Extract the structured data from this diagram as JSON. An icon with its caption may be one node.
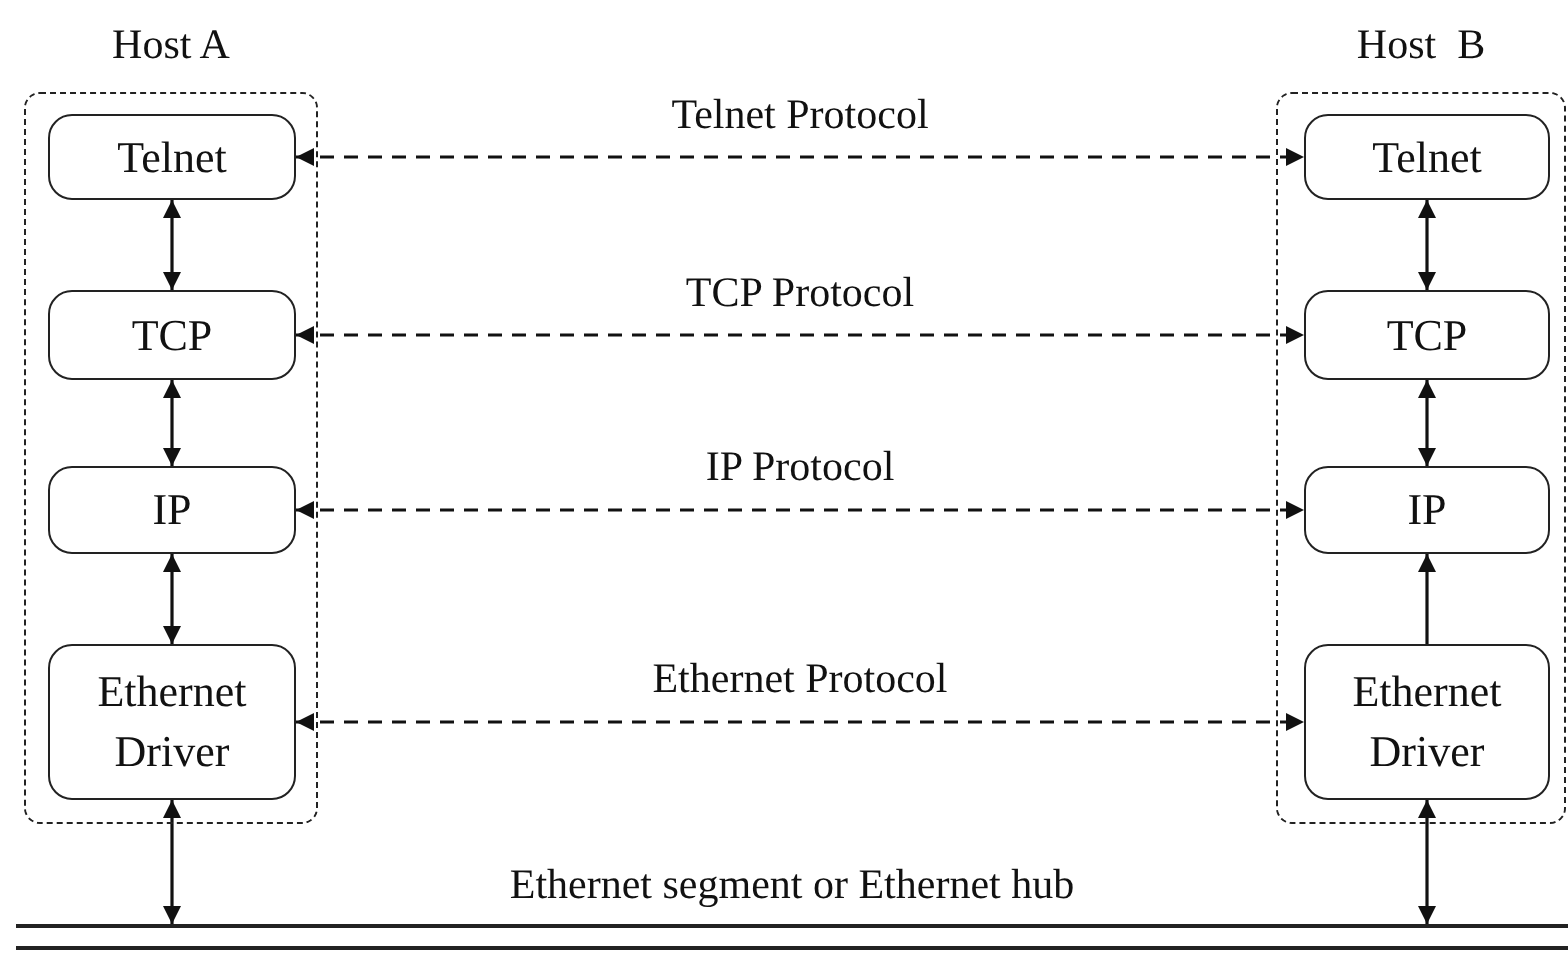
{
  "diagram": {
    "nodes": [
      {
        "text": [
          "Host A"
        ]
      },
      {
        "text": [
          "Telnet"
        ],
        "in": 0
      },
      {
        "text": [
          "TCP"
        ],
        "in": 0
      },
      {
        "text": [
          "IP"
        ],
        "in": 0
      },
      {
        "text": [
          "Ethernet Driver"
        ],
        "in": 0
      },
      {
        "text": [
          "Host  B"
        ]
      },
      {
        "text": [
          "Telnet"
        ],
        "in": 5
      },
      {
        "text": [
          "TCP"
        ],
        "in": 5
      },
      {
        "text": [
          "IP"
        ],
        "in": 5
      },
      {
        "text": [
          "Ethernet Driver"
        ],
        "in": 5
      },
      {
        "text": [],
        "shape": "bar",
        "beside": [
          "Ethernet segment or Ethernet hub"
        ]
      }
    ],
    "edges": [
      {
        "from": 1,
        "to": 6,
        "arrow": "both",
        "style": "dashed",
        "label": "Telnet Protocol"
      },
      {
        "from": 2,
        "to": 7,
        "arrow": "both",
        "style": "dashed",
        "label": "TCP Protocol"
      },
      {
        "from": 3,
        "to": 8,
        "arrow": "both",
        "style": "dashed",
        "label": "IP Protocol"
      },
      {
        "from": 4,
        "to": 9,
        "arrow": "both",
        "style": "dashed",
        "label": "Ethernet Protocol"
      },
      {
        "from": 1,
        "to": 2,
        "arrow": "both"
      },
      {
        "from": 2,
        "to": 3,
        "arrow": "both"
      },
      {
        "from": 3,
        "to": 4,
        "arrow": "both"
      },
      {
        "from": 6,
        "to": 7,
        "arrow": "both"
      },
      {
        "from": 7,
        "to": 8,
        "arrow": "both"
      },
      {
        "from": 9,
        "to": 8,
        "arrow": "to"
      },
      {
        "from": 4,
        "to": 10,
        "arrow": "both"
      },
      {
        "from": 9,
        "to": 10,
        "arrow": "both"
      }
    ]
  }
}
